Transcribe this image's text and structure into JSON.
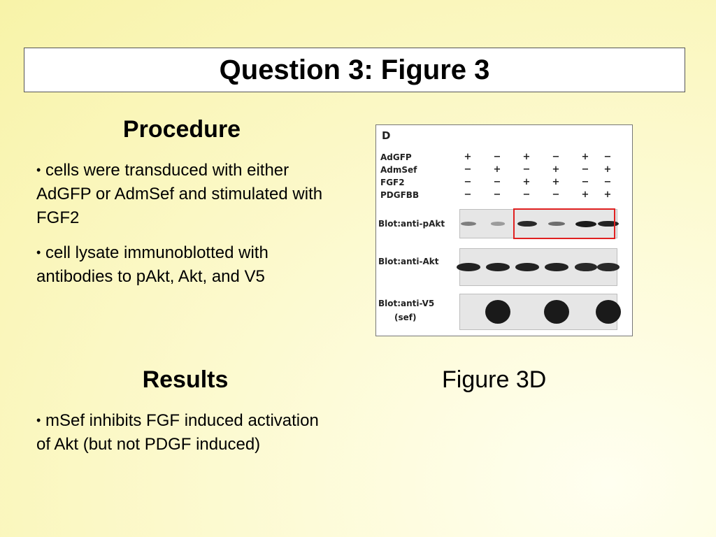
{
  "title": "Question 3: Figure 3",
  "procedure": {
    "heading": "Procedure",
    "bullets": [
      "cells were transduced with either AdGFP or AdmSef and stimulated with FGF2",
      "cell lysate immunoblotted with antibodies to pAkt, Akt, and V5"
    ]
  },
  "results": {
    "heading": "Results",
    "bullets": [
      "mSef inhibits FGF induced activation of Akt (but not PDGF induced)"
    ]
  },
  "bullet_char": "•",
  "figure": {
    "caption": "Figure 3D",
    "panel_letter": "D",
    "conditions": [
      {
        "label": "AdGFP",
        "signs": [
          "+",
          "−",
          "+",
          "−",
          "+",
          "−"
        ]
      },
      {
        "label": "AdmSef",
        "signs": [
          "−",
          "+",
          "−",
          "+",
          "−",
          "+"
        ]
      },
      {
        "label": "FGF2",
        "signs": [
          "−",
          "−",
          "+",
          "+",
          "−",
          "−"
        ]
      },
      {
        "label": "PDGFBB",
        "signs": [
          "−",
          "−",
          "−",
          "−",
          "+",
          "+"
        ]
      }
    ],
    "blots": [
      {
        "label": "Blot:anti-pAkt",
        "band_intensity": [
          0.35,
          0.15,
          0.9,
          0.45,
          1.0,
          0.95
        ]
      },
      {
        "label": "Blot:anti-Akt",
        "band_intensity": [
          0.95,
          0.95,
          0.95,
          0.95,
          0.9,
          0.9
        ]
      },
      {
        "label": "Blot:anti-V5",
        "sublabel": "(sef)",
        "band_intensity": [
          0,
          1.0,
          0,
          1.0,
          0,
          1.0
        ]
      }
    ],
    "highlight_color": "#e02020"
  }
}
